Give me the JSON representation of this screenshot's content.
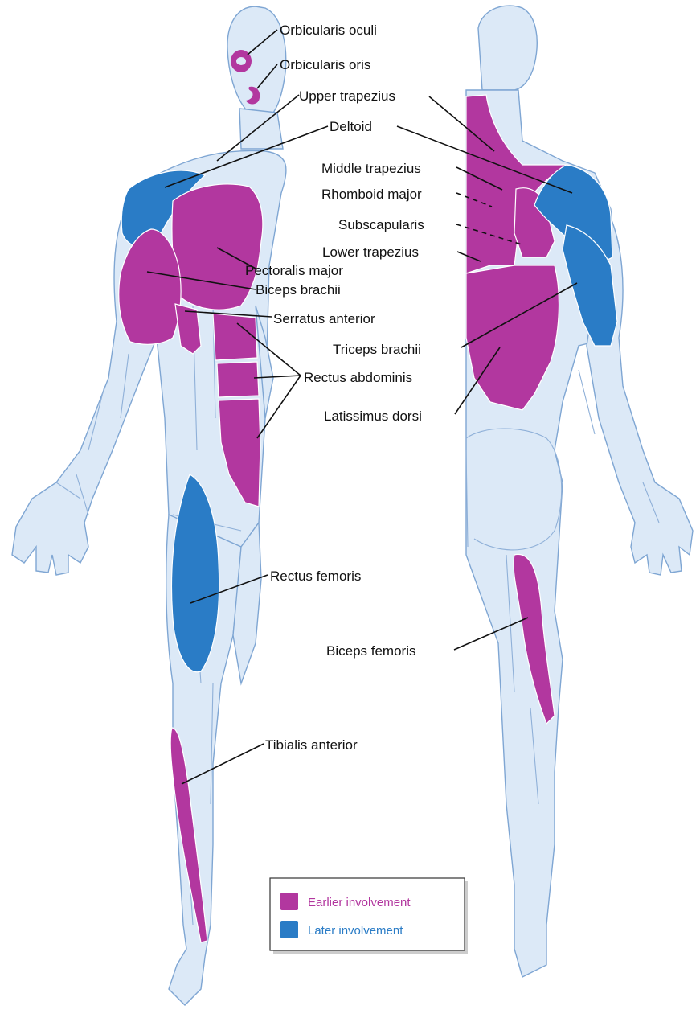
{
  "colors": {
    "earlier": "#b2379f",
    "later": "#2a7cc6",
    "skin": "#dce9f7",
    "outline": "#7fa6d3"
  },
  "labels": {
    "orbicularis_oculi": "Orbicularis oculi",
    "orbicularis_oris": "Orbicularis oris",
    "upper_trapezius": "Upper trapezius",
    "deltoid": "Deltoid",
    "middle_trapezius": "Middle trapezius",
    "rhomboid_major": "Rhomboid major",
    "subscapularis": "Subscapularis",
    "lower_trapezius": "Lower trapezius",
    "pectoralis_major": "Pectoralis major",
    "biceps_brachii": "Biceps brachii",
    "serratus_anterior": "Serratus anterior",
    "triceps_brachii": "Triceps brachii",
    "rectus_abdominis": "Rectus abdominis",
    "latissimus_dorsi": "Latissimus dorsi",
    "rectus_femoris": "Rectus femoris",
    "biceps_femoris": "Biceps femoris",
    "tibialis_anterior": "Tibialis anterior"
  },
  "legend": {
    "earlier_label": "Earlier involvement",
    "later_label": "Later involvement"
  }
}
